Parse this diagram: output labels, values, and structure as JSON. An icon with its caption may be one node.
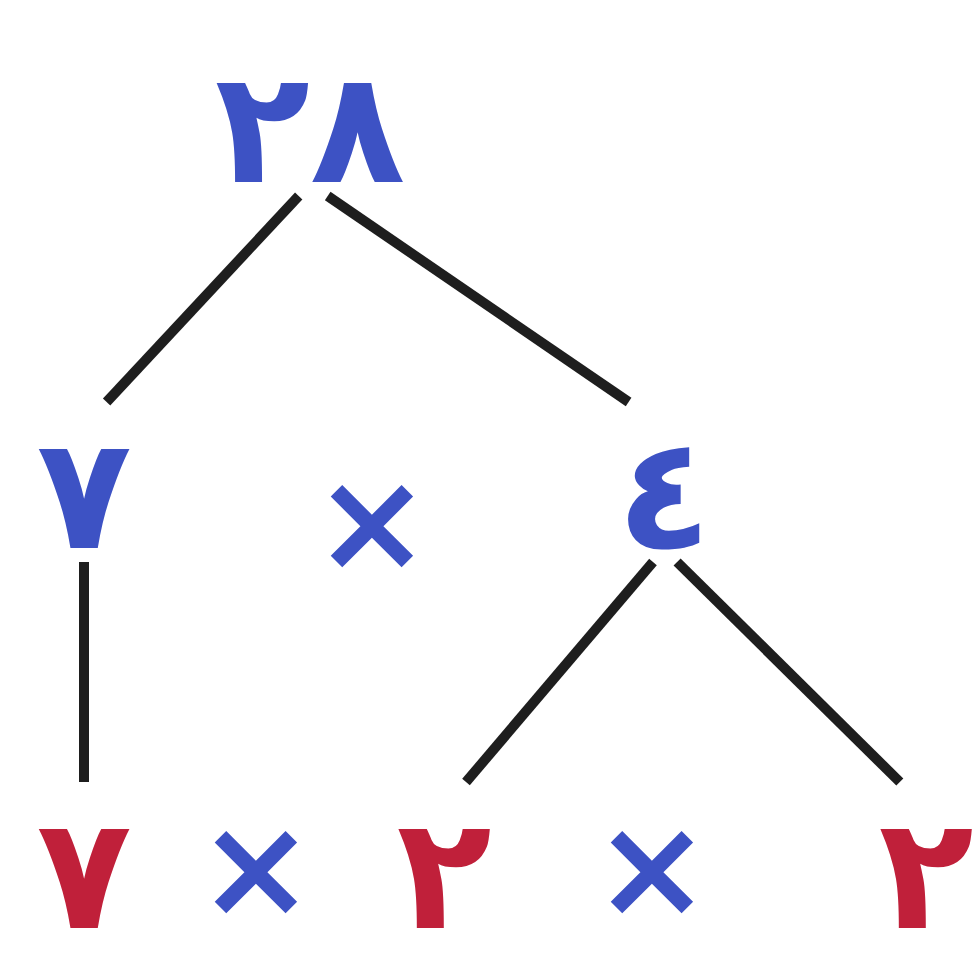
{
  "diagram": {
    "nodes": [
      {
        "text": [
          "٢٨"
        ]
      },
      {
        "text": [
          "٧"
        ]
      },
      {
        "text": [
          "٤"
        ]
      },
      {
        "text": [
          "٧"
        ]
      },
      {
        "text": [
          "٢"
        ]
      },
      {
        "text": [
          "٢"
        ]
      }
    ],
    "edges": [
      {
        "from": 0,
        "to": 1,
        "arrow": "none"
      },
      {
        "from": 0,
        "to": 2,
        "arrow": "none"
      },
      {
        "from": 1,
        "to": 3,
        "arrow": "none"
      },
      {
        "from": 2,
        "to": 4,
        "arrow": "none"
      },
      {
        "from": 2,
        "to": 5,
        "arrow": "none"
      }
    ],
    "labels": [
      "×",
      "×",
      "×"
    ]
  }
}
